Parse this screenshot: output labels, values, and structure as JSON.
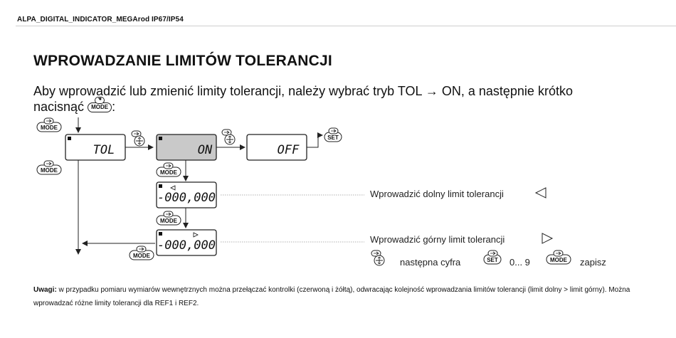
{
  "header": {
    "title": "ALPA_DIGITAL_INDICATOR_MEGArod IP67/IP54"
  },
  "section": {
    "title": "WPROWADZANIE LIMITÓW TOLERANCJI",
    "intro_line1": "Aby wprowadzić lub zmienić limity tolerancji, należy wybrać tryb TOL → ON, a następnie krótko",
    "intro_line2_prefix": "nacisnąć",
    "intro_line2_suffix": ":"
  },
  "buttons": {
    "mode": "MODE",
    "set": "SET"
  },
  "displays": {
    "tol": "TOL",
    "on": "ON",
    "off": "OFF",
    "lower_value": "-000,000",
    "upper_value": "-000,000"
  },
  "legend": {
    "lower": "Wprowadzić dolny limit tolerancji",
    "upper": "Wprowadzić górny limit tolerancji",
    "next_digit": "następna cyfra",
    "range": "0... 9",
    "save": "zapisz"
  },
  "note": {
    "label": "Uwagi:",
    "text": " w przypadku pomiaru wymiarów wewnętrznych można przełączać kontrolki (czerwoną i żółtą), odwracając kolejność wprowadzania limitów tolerancji (limit dolny > limit górny). Można wprowadzać różne limity tolerancji dla REF1 i REF2."
  }
}
